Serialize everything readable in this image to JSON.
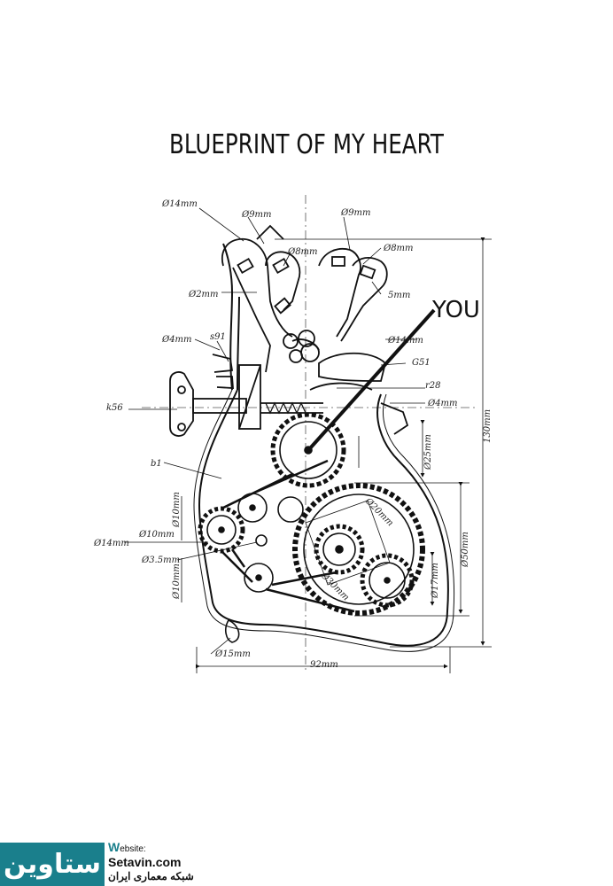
{
  "title": "BLUEPRINT OF MY HEART",
  "pointer_label": "YOU",
  "dimension_labels": {
    "d14_top": "Ø14mm",
    "d9_a": "Ø9mm",
    "d9_b": "Ø9mm",
    "d8_a": "Ø8mm",
    "d8_b": "Ø8mm",
    "d5": "5mm",
    "d2": "Ø2mm",
    "s91": "s91",
    "d4_left": "Ø4mm",
    "d14_right": "Ø14mm",
    "g51": "G51",
    "k56": "k56",
    "r28": "r28",
    "d4_right": "Ø4mm",
    "d25": "Ø25mm",
    "b1": "b1",
    "d10_side": "Ø10mm",
    "d14_left": "Ø14mm",
    "d10_mid": "Ø10mm",
    "d3_5": "Ø3.5mm",
    "d10_low": "Ø10mm",
    "d15": "Ø15mm",
    "d92": "92mm",
    "d130": "130mm",
    "d50": "Ø50mm",
    "d30": "Ø30mm",
    "d20": "Ø20mm",
    "d17": "Ø17mm"
  },
  "branding": {
    "logo_word": "ستاوین",
    "website_label": "Website:",
    "website_initial": "W",
    "website_rest": "ebsite:",
    "url": "Setavin.com",
    "tagline": "شبکه معماری ایران"
  },
  "colors": {
    "line": "#111111",
    "brand": "#1a7f8c",
    "background": "#ffffff"
  }
}
